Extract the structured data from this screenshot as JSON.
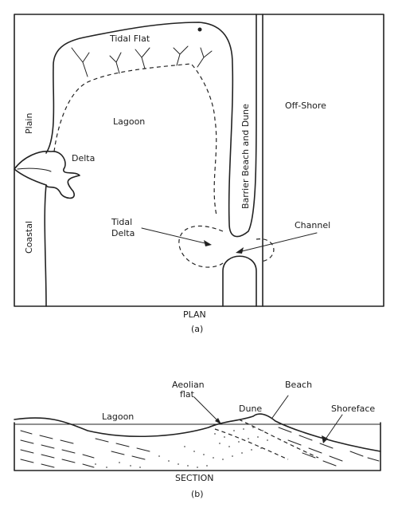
{
  "panel_a": {
    "labels": {
      "tidal_flat": "Tidal Flat",
      "lagoon": "Lagoon",
      "barrier": "Barrier Beach and Dune",
      "offshore": "Off-Shore",
      "plain": "Plain",
      "coastal": "Coastal",
      "delta": "Delta",
      "tidal_delta_1": "Tidal",
      "tidal_delta_2": "Delta",
      "channel": "Channel"
    },
    "title": "PLAN",
    "caption": "(a)"
  },
  "panel_b": {
    "labels": {
      "aeolian_1": "Aeolian",
      "aeolian_2": "flat",
      "beach": "Beach",
      "lagoon": "Lagoon",
      "dune": "Dune",
      "shoreface": "Shoreface"
    },
    "title": "SECTION",
    "caption": "(b)"
  }
}
